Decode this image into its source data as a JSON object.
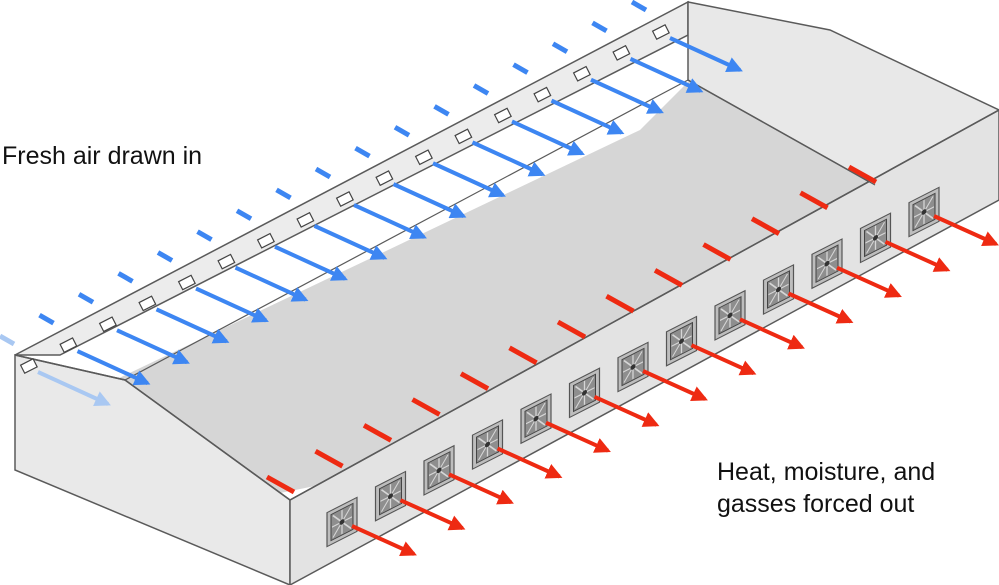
{
  "labels": {
    "intake": "Fresh air drawn in",
    "exhaust_line1": "Heat, moisture, and",
    "exhaust_line2": "gasses forced out"
  },
  "colors": {
    "intake_arrow": "#3d86f2",
    "exhaust_arrow": "#ee2a12",
    "roof": "#d9d9d9",
    "wall": "#e6e6e6",
    "outline": "#5a5a5a"
  },
  "icons": {
    "intake": "arrow-icon",
    "exhaust_fan": "fan-icon",
    "exhaust": "arrow-icon"
  }
}
